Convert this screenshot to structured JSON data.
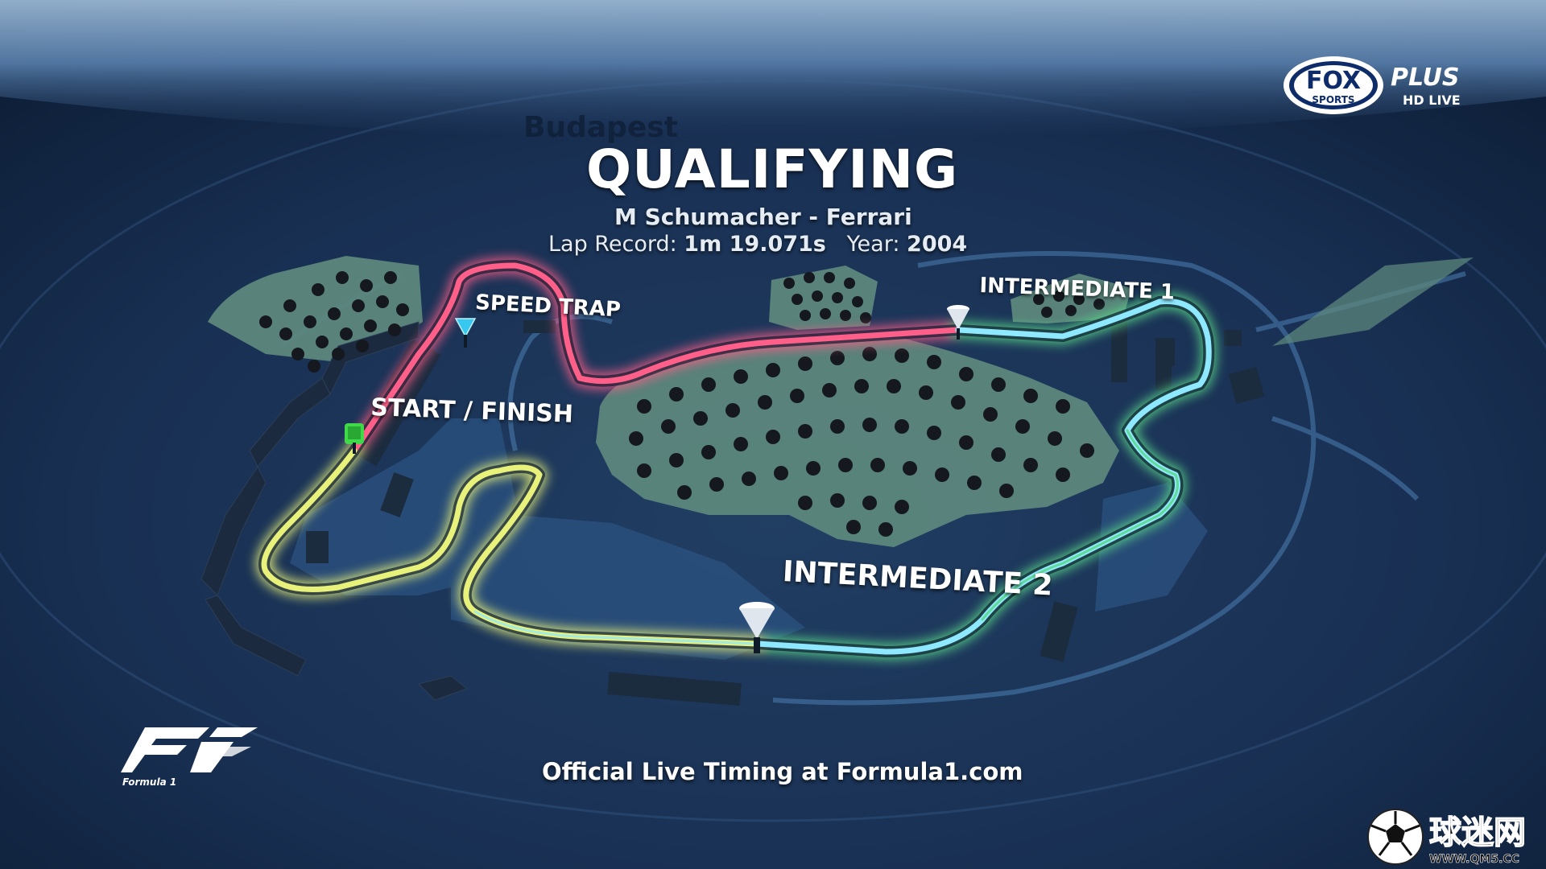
{
  "broadcaster": {
    "primary": "FOX",
    "secondary": "SPORTS",
    "tag": "PLUS",
    "sub": "HD LIVE"
  },
  "circuit": {
    "city": "Budapest",
    "session": "QUALIFYING",
    "record_holder": "M Schumacher - Ferrari",
    "lap_record_label": "Lap Record:",
    "lap_record_value": "1m 19.071s",
    "year_label": "Year:",
    "year_value": "2004"
  },
  "markers": {
    "speed_trap": "SPEED TRAP",
    "start_finish": "START / FINISH",
    "intermediate_1": "INTERMEDIATE 1",
    "intermediate_2": "INTERMEDIATE 2"
  },
  "footer": {
    "timing_text": "Official Live Timing at Formula1.com"
  },
  "f1_logo": {
    "caption": "Formula 1"
  },
  "watermark": {
    "title": "球迷网",
    "url": "WWW.QM5.CC"
  },
  "colors": {
    "sky": "#13294a",
    "land": "#5e8a7e",
    "sector_red": "#ff5f88",
    "sector_yellow": "#e8f27a",
    "sector_cyan": "#8ee8ff",
    "sector_green": "#5cd88a",
    "start_marker": "#3fd94a",
    "speed_trap_marker": "#37c8f0"
  },
  "icons": {
    "start_finish": "green-flag-marker-icon",
    "speed_trap": "cyan-triangle-marker-icon",
    "intermediate": "white-cone-marker-icon"
  }
}
